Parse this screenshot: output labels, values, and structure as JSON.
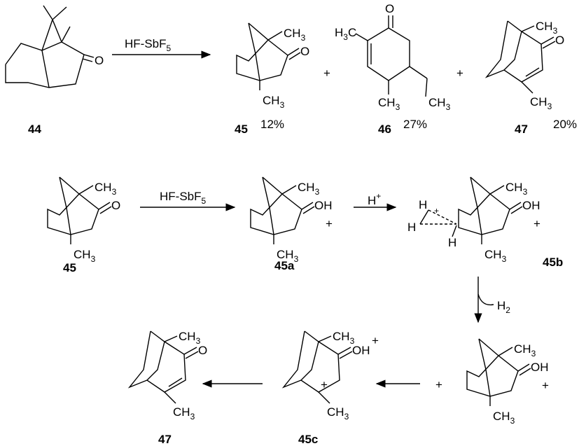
{
  "reagents": {
    "hf_sbf5_main": "HF-SbF",
    "hf_sbf5_sub": "5",
    "proton": "H",
    "proton_charge": "+",
    "h2_main": "H",
    "h2_sub": "2"
  },
  "atoms": {
    "O": "O",
    "OH": "OH",
    "CH": "CH",
    "H3C_main": "H",
    "H3C_sub": "3",
    "H3C_end": "C",
    "three": "3",
    "H": "H",
    "plus": "+"
  },
  "compounds": {
    "c44": "44",
    "c45": "45",
    "c46": "46",
    "c47": "47",
    "c45a": "45a",
    "c45b": "45b",
    "c45c": "45c"
  },
  "yields": {
    "c45": "12%",
    "c46": "27%",
    "c47": "20%"
  },
  "plus_sign": "+"
}
